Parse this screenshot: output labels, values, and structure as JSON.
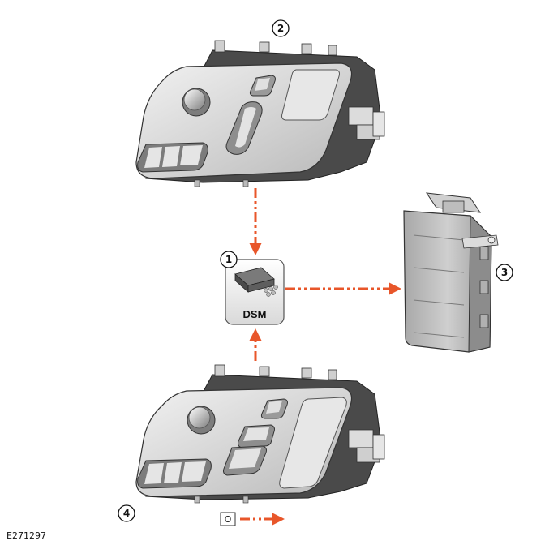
{
  "callouts": {
    "c1": "1",
    "c2": "2",
    "c3": "3",
    "c4": "4"
  },
  "module_label": "DSM",
  "legend_symbol": "O",
  "figure_ref": "E271297",
  "colors": {
    "arrow": "#e8562a",
    "component_fill": "#d6d6d6",
    "component_dark": "#5a5a5a",
    "outline": "#222222"
  }
}
